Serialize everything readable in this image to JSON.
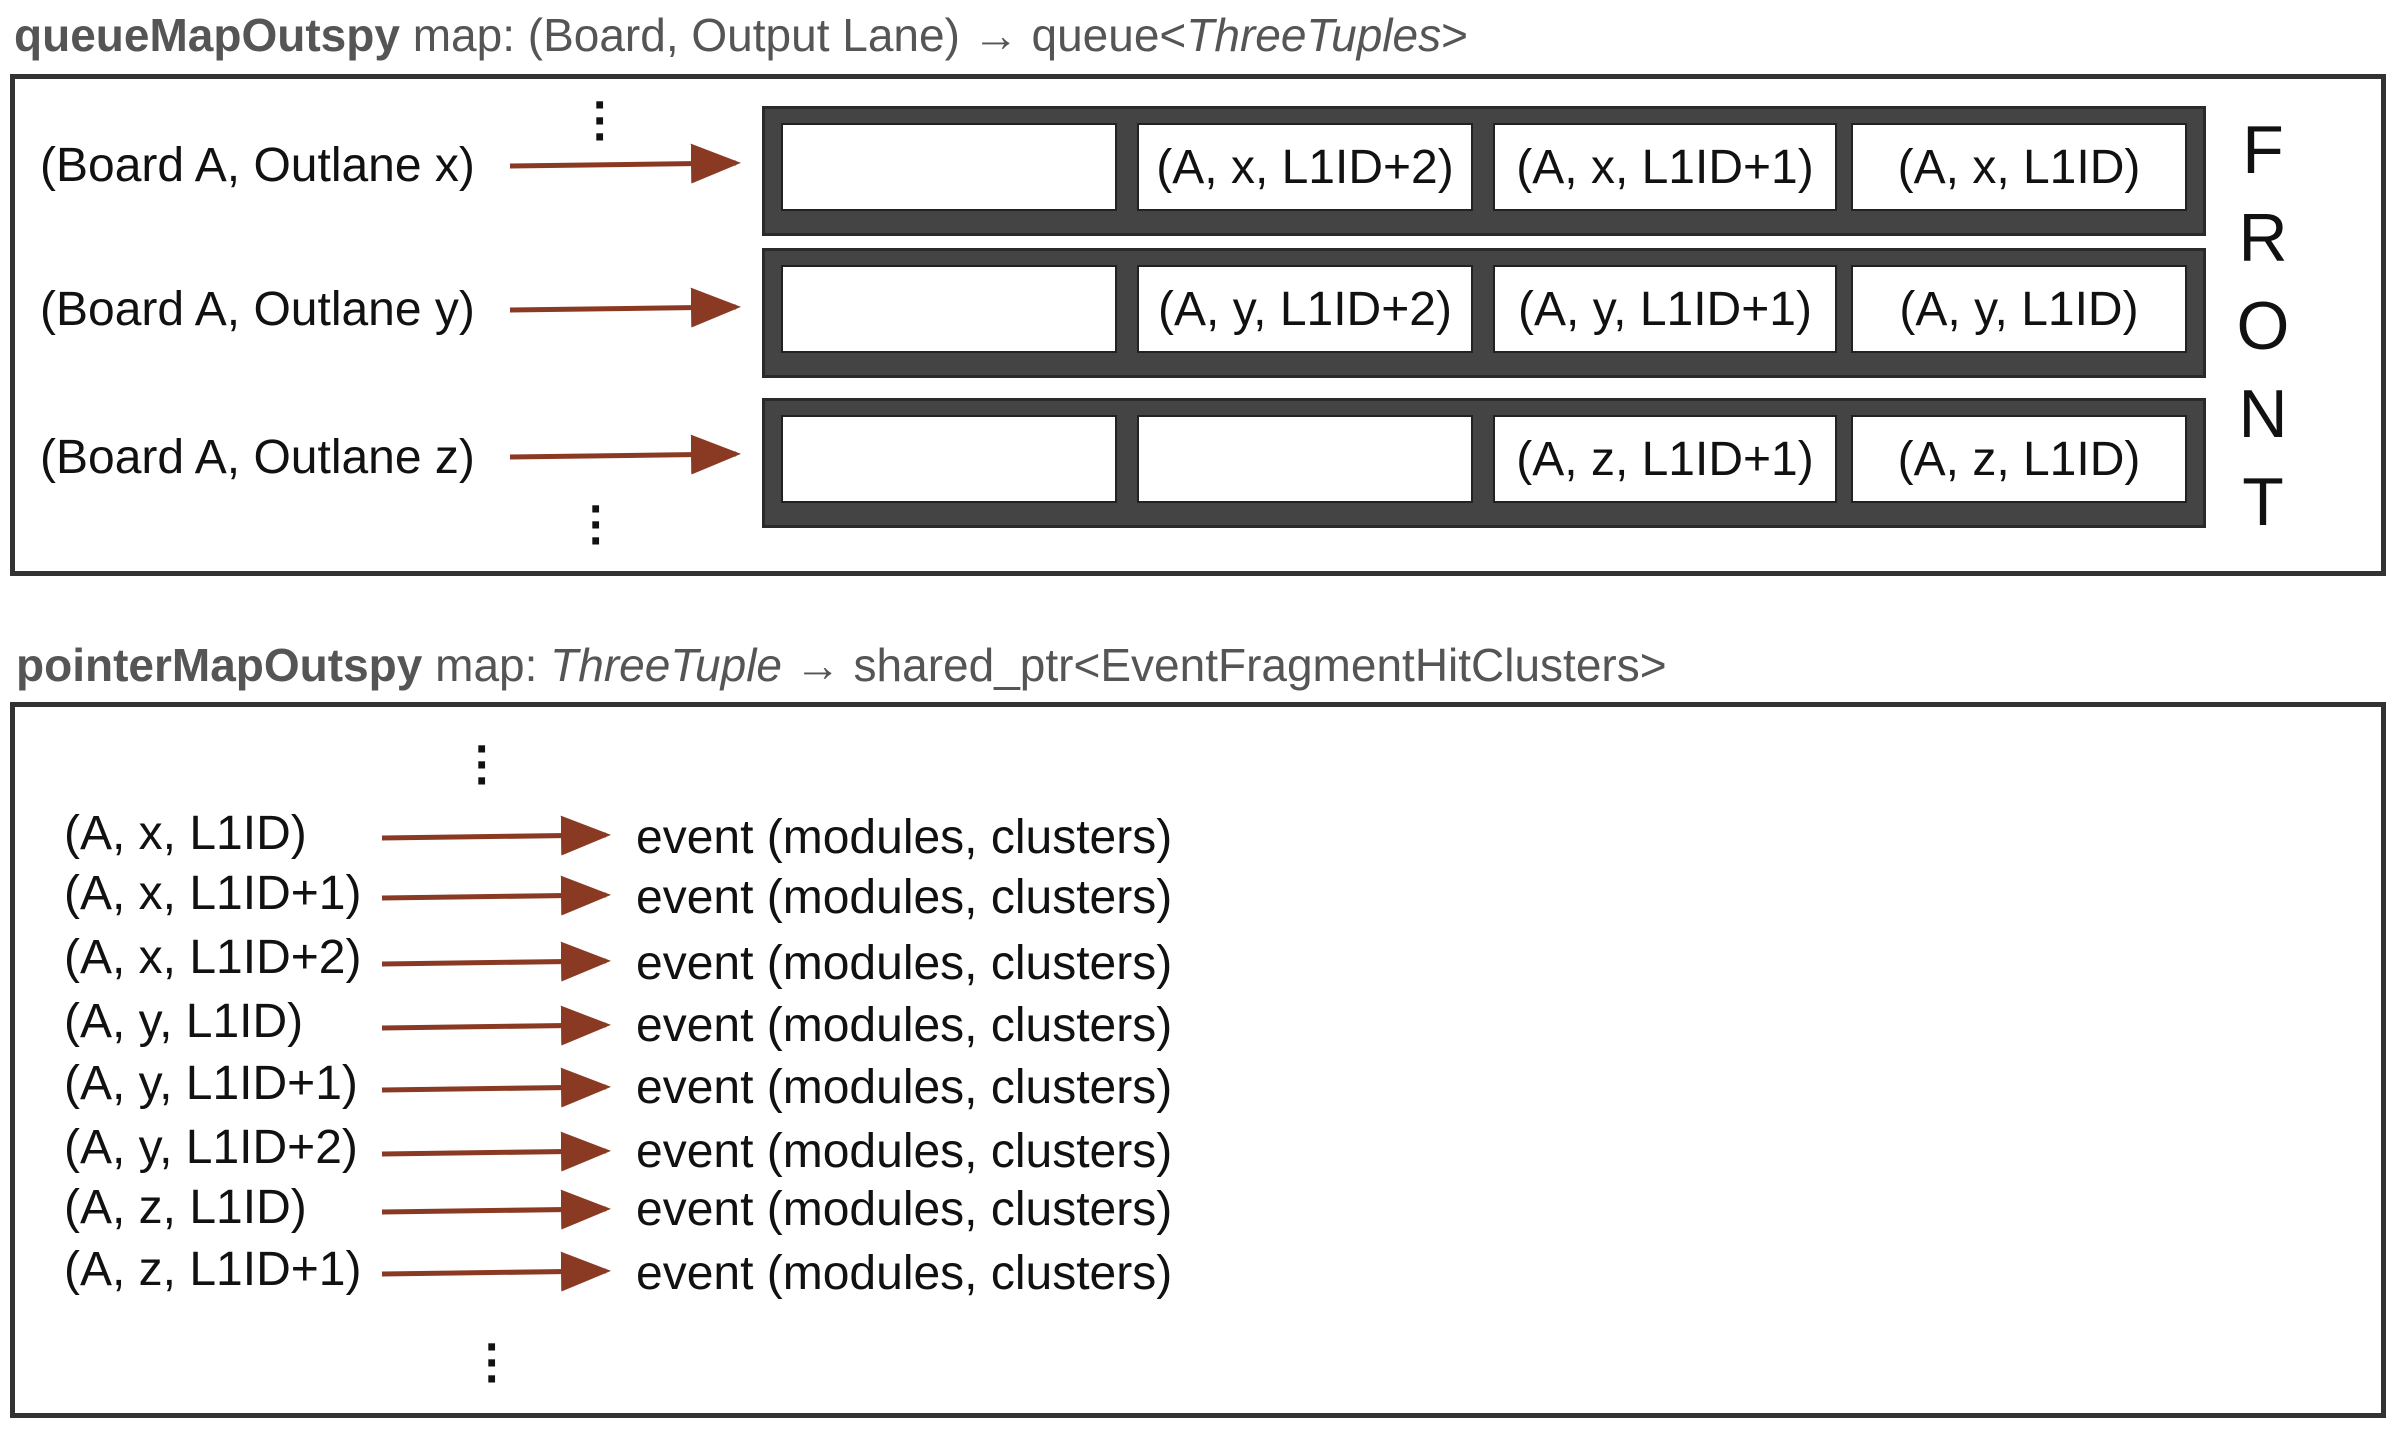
{
  "queue_map": {
    "title_name": "queueMapOutspy",
    "title_rest": " map: (Board, Output Lane) ",
    "title_arrow": "→",
    "title_type_prefix": " queue<",
    "title_type_italic": "ThreeTuples",
    "title_type_suffix": ">",
    "rows": [
      {
        "key": "(Board A, Outlane x)",
        "cells": [
          "",
          "(A, x, L1ID+2)",
          "(A, x, L1ID+1)",
          "(A, x, L1ID)"
        ]
      },
      {
        "key": "(Board A, Outlane y)",
        "cells": [
          "",
          "(A, y, L1ID+2)",
          "(A, y, L1ID+1)",
          "(A, y, L1ID)"
        ]
      },
      {
        "key": "(Board A, Outlane z)",
        "cells": [
          "",
          "",
          "(A, z, L1ID+1)",
          "(A, z, L1ID)"
        ]
      }
    ],
    "front_letters": [
      "F",
      "R",
      "O",
      "N",
      "T"
    ]
  },
  "pointer_map": {
    "title_name": "pointerMapOutspy",
    "title_rest": " map: ",
    "title_key_italic": "ThreeTuple",
    "title_arrow": " →",
    "title_value": " shared_ptr<EventFragmentHitClusters>",
    "rows": [
      {
        "key": "(A, x, L1ID)",
        "value": "event (modules, clusters)"
      },
      {
        "key": "(A, x, L1ID+1)",
        "value": "event (modules, clusters)"
      },
      {
        "key": "(A, x, L1ID+2)",
        "value": "event (modules, clusters)"
      },
      {
        "key": "(A, y, L1ID)",
        "value": "event (modules, clusters)"
      },
      {
        "key": "(A, y, L1ID+1)",
        "value": "event (modules, clusters)"
      },
      {
        "key": "(A, y, L1ID+2)",
        "value": "event (modules, clusters)"
      },
      {
        "key": "(A, z, L1ID)",
        "value": "event (modules, clusters)"
      },
      {
        "key": "(A, z, L1ID+1)",
        "value": "event (modules, clusters)"
      }
    ]
  },
  "colors": {
    "arrow": "#8a3a22",
    "border": "#333333",
    "queue_fill": "#444444",
    "title": "#555555"
  }
}
